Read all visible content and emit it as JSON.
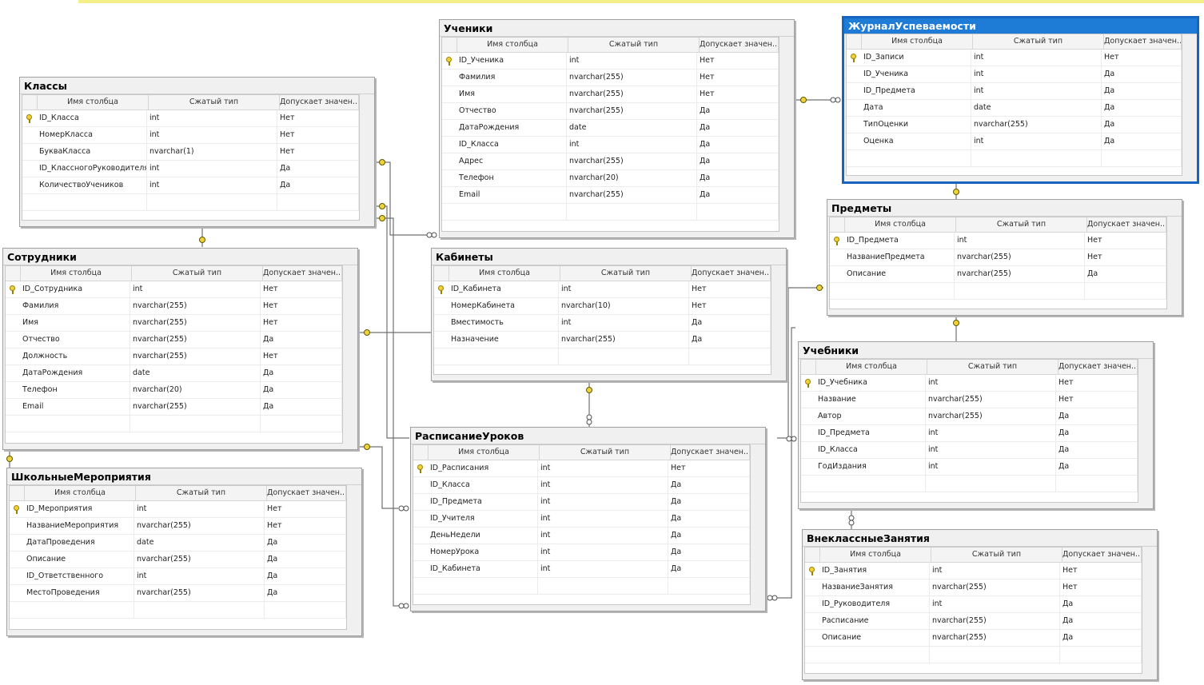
{
  "headers": {
    "name": "Имя столбца",
    "type": "Сжатый тип",
    "nullable": "Допускает значен..."
  },
  "tables": {
    "klassy": {
      "title": "Классы",
      "rows": [
        {
          "name": "ID_Класса",
          "type": "int",
          "nullable": "Нет",
          "pk": true
        },
        {
          "name": "НомерКласса",
          "type": "int",
          "nullable": "Нет"
        },
        {
          "name": "БукваКласса",
          "type": "nvarchar(1)",
          "nullable": "Нет"
        },
        {
          "name": "ID_КлассногоРуководителя",
          "type": "int",
          "nullable": "Да"
        },
        {
          "name": "КоличествоУчеников",
          "type": "int",
          "nullable": "Да"
        }
      ]
    },
    "ucheniki": {
      "title": "Ученики",
      "rows": [
        {
          "name": "ID_Ученика",
          "type": "int",
          "nullable": "Нет",
          "pk": true
        },
        {
          "name": "Фамилия",
          "type": "nvarchar(255)",
          "nullable": "Нет"
        },
        {
          "name": "Имя",
          "type": "nvarchar(255)",
          "nullable": "Нет"
        },
        {
          "name": "Отчество",
          "type": "nvarchar(255)",
          "nullable": "Да"
        },
        {
          "name": "ДатаРождения",
          "type": "date",
          "nullable": "Да"
        },
        {
          "name": "ID_Класса",
          "type": "int",
          "nullable": "Да"
        },
        {
          "name": "Адрес",
          "type": "nvarchar(255)",
          "nullable": "Да"
        },
        {
          "name": "Телефон",
          "type": "nvarchar(20)",
          "nullable": "Да"
        },
        {
          "name": "Email",
          "type": "nvarchar(255)",
          "nullable": "Да"
        }
      ]
    },
    "zhurnal": {
      "title": "ЖурналУспеваемости",
      "rows": [
        {
          "name": "ID_Записи",
          "type": "int",
          "nullable": "Нет",
          "pk": true
        },
        {
          "name": "ID_Ученика",
          "type": "int",
          "nullable": "Да"
        },
        {
          "name": "ID_Предмета",
          "type": "int",
          "nullable": "Да"
        },
        {
          "name": "Дата",
          "type": "date",
          "nullable": "Да"
        },
        {
          "name": "ТипОценки",
          "type": "nvarchar(255)",
          "nullable": "Да"
        },
        {
          "name": "Оценка",
          "type": "int",
          "nullable": "Да"
        }
      ]
    },
    "predmety": {
      "title": "Предметы",
      "rows": [
        {
          "name": "ID_Предмета",
          "type": "int",
          "nullable": "Нет",
          "pk": true
        },
        {
          "name": "НазваниеПредмета",
          "type": "nvarchar(255)",
          "nullable": "Нет"
        },
        {
          "name": "Описание",
          "type": "nvarchar(255)",
          "nullable": "Да"
        }
      ]
    },
    "sotrudniki": {
      "title": "Сотрудники",
      "rows": [
        {
          "name": "ID_Сотрудника",
          "type": "int",
          "nullable": "Нет",
          "pk": true
        },
        {
          "name": "Фамилия",
          "type": "nvarchar(255)",
          "nullable": "Нет"
        },
        {
          "name": "Имя",
          "type": "nvarchar(255)",
          "nullable": "Нет"
        },
        {
          "name": "Отчество",
          "type": "nvarchar(255)",
          "nullable": "Да"
        },
        {
          "name": "Должность",
          "type": "nvarchar(255)",
          "nullable": "Нет"
        },
        {
          "name": "ДатаРождения",
          "type": "date",
          "nullable": "Да"
        },
        {
          "name": "Телефон",
          "type": "nvarchar(20)",
          "nullable": "Да"
        },
        {
          "name": "Email",
          "type": "nvarchar(255)",
          "nullable": "Да"
        }
      ]
    },
    "kabinety": {
      "title": "Кабинеты",
      "rows": [
        {
          "name": "ID_Кабинета",
          "type": "int",
          "nullable": "Нет",
          "pk": true
        },
        {
          "name": "НомерКабинета",
          "type": "nvarchar(10)",
          "nullable": "Нет"
        },
        {
          "name": "Вместимость",
          "type": "int",
          "nullable": "Да"
        },
        {
          "name": "Назначение",
          "type": "nvarchar(255)",
          "nullable": "Да"
        }
      ]
    },
    "uchebniki": {
      "title": "Учебники",
      "rows": [
        {
          "name": "ID_Учебника",
          "type": "int",
          "nullable": "Нет",
          "pk": true
        },
        {
          "name": "Название",
          "type": "nvarchar(255)",
          "nullable": "Нет"
        },
        {
          "name": "Автор",
          "type": "nvarchar(255)",
          "nullable": "Да"
        },
        {
          "name": "ID_Предмета",
          "type": "int",
          "nullable": "Да"
        },
        {
          "name": "ID_Класса",
          "type": "int",
          "nullable": "Да"
        },
        {
          "name": "ГодИздания",
          "type": "int",
          "nullable": "Да"
        }
      ]
    },
    "raspisanie": {
      "title": "РасписаниеУроков",
      "rows": [
        {
          "name": "ID_Расписания",
          "type": "int",
          "nullable": "Нет",
          "pk": true
        },
        {
          "name": "ID_Класса",
          "type": "int",
          "nullable": "Да"
        },
        {
          "name": "ID_Предмета",
          "type": "int",
          "nullable": "Да"
        },
        {
          "name": "ID_Учителя",
          "type": "int",
          "nullable": "Да"
        },
        {
          "name": "ДеньНедели",
          "type": "int",
          "nullable": "Да"
        },
        {
          "name": "НомерУрока",
          "type": "int",
          "nullable": "Да"
        },
        {
          "name": "ID_Кабинета",
          "type": "int",
          "nullable": "Да"
        }
      ]
    },
    "meropriyatiya": {
      "title": "ШкольныеМероприятия",
      "rows": [
        {
          "name": "ID_Мероприятия",
          "type": "int",
          "nullable": "Нет",
          "pk": true
        },
        {
          "name": "НазваниеМероприятия",
          "type": "nvarchar(255)",
          "nullable": "Нет"
        },
        {
          "name": "ДатаПроведения",
          "type": "date",
          "nullable": "Да"
        },
        {
          "name": "Описание",
          "type": "nvarchar(255)",
          "nullable": "Да"
        },
        {
          "name": "ID_Ответственного",
          "type": "int",
          "nullable": "Да"
        },
        {
          "name": "МестоПроведения",
          "type": "nvarchar(255)",
          "nullable": "Да"
        }
      ]
    },
    "vneklassnye": {
      "title": "ВнеклассныеЗанятия",
      "rows": [
        {
          "name": "ID_Занятия",
          "type": "int",
          "nullable": "Нет",
          "pk": true
        },
        {
          "name": "НазваниеЗанятия",
          "type": "nvarchar(255)",
          "nullable": "Нет"
        },
        {
          "name": "ID_Руководителя",
          "type": "int",
          "nullable": "Да"
        },
        {
          "name": "Расписание",
          "type": "nvarchar(255)",
          "nullable": "Да"
        },
        {
          "name": "Описание",
          "type": "nvarchar(255)",
          "nullable": "Да"
        }
      ]
    }
  }
}
